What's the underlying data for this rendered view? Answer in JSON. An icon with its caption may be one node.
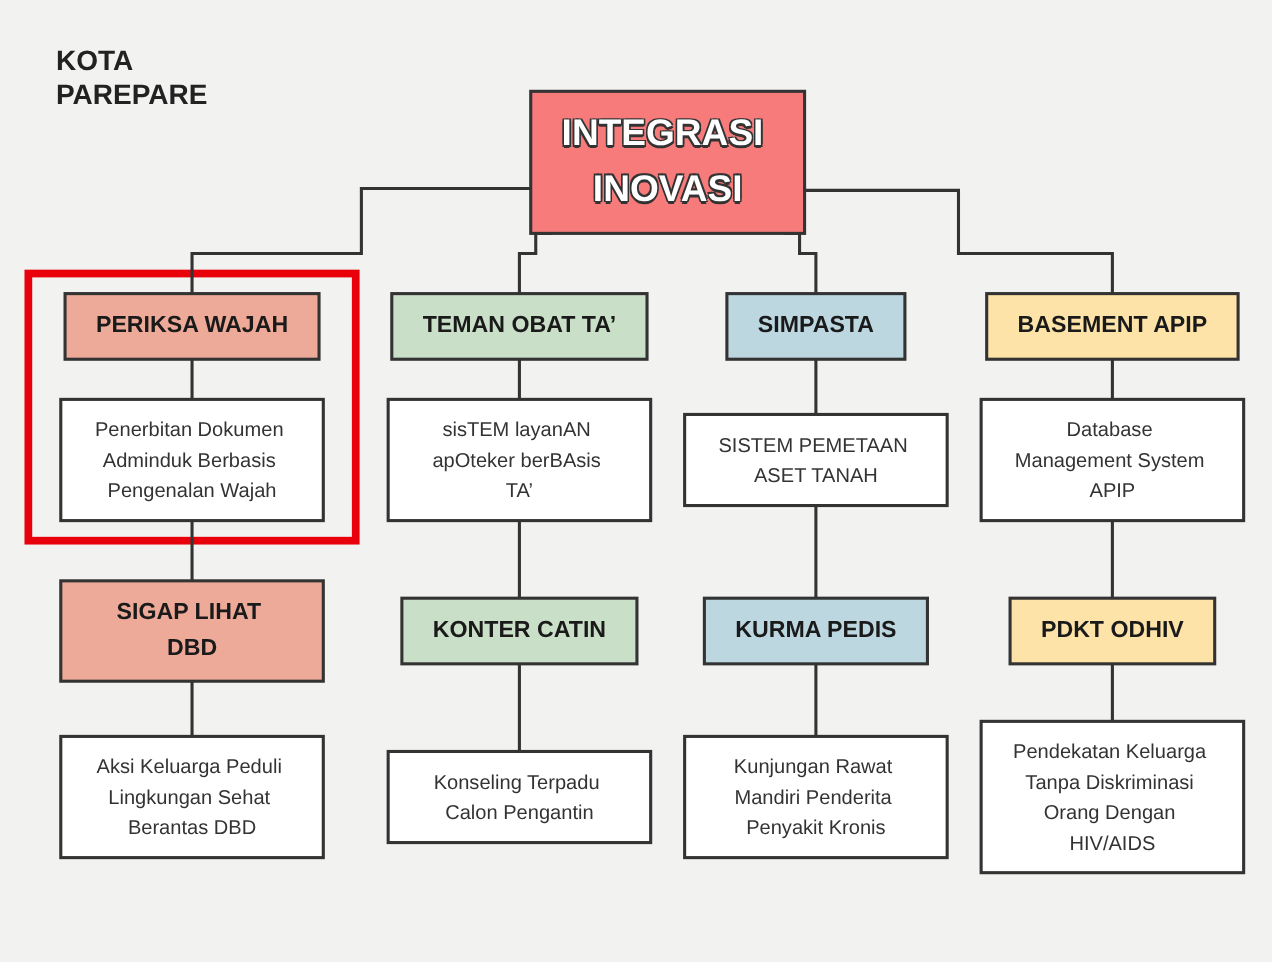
{
  "diagram": {
    "nodes": [
      {
        "text": [
          "INTEGRASI INOVASI"
        ]
      },
      {
        "text": [],
        "shape": "box"
      },
      {
        "text": [
          "PERIKSA WAJAH"
        ],
        "in": 1
      },
      {
        "text": [
          "TEMAN OBAT TA’"
        ]
      },
      {
        "text": [
          "SIMPASTA"
        ]
      },
      {
        "text": [
          "BASEMENT APIP"
        ]
      },
      {
        "text": [
          "Penerbitan Dokumen Adminduk Berbasis Pengenalan Wajah"
        ],
        "in": 1
      },
      {
        "text": [
          "sisTEM layanAN apOteker berBAsis TA’"
        ]
      },
      {
        "text": [
          "SISTEM PEMETAAN ASET TANAH"
        ]
      },
      {
        "text": [
          "Database Management System APIP"
        ]
      },
      {
        "text": [
          "SIGAP LIHAT DBD"
        ]
      },
      {
        "text": [
          "KONTER CATIN"
        ]
      },
      {
        "text": [
          "KURMA PEDIS"
        ]
      },
      {
        "text": [
          "PDKT ODHIV"
        ]
      },
      {
        "text": [
          "Aksi Keluarga Peduli Lingkungan Sehat Berantas DBD"
        ]
      },
      {
        "text": [
          "Konseling Terpadu Calon Pengantin"
        ]
      },
      {
        "text": [
          "Kunjungan Rawat Mandiri Penderita Penyakit Kronis"
        ]
      },
      {
        "text": [
          "Pendekatan Keluarga Tanpa Diskriminasi Orang Dengan HIV/AIDS"
        ]
      }
    ],
    "edges": [
      {
        "from": 0,
        "to": 2,
        "arrow": "none"
      },
      {
        "from": 0,
        "to": 3,
        "arrow": "none"
      },
      {
        "from": 0,
        "to": 4,
        "arrow": "none"
      },
      {
        "from": 0,
        "to": 5,
        "arrow": "none"
      },
      {
        "from": 2,
        "to": 6,
        "arrow": "none"
      },
      {
        "from": 3,
        "to": 7,
        "arrow": "none"
      },
      {
        "from": 4,
        "to": 8,
        "arrow": "none"
      },
      {
        "from": 5,
        "to": 9,
        "arrow": "none"
      },
      {
        "from": 6,
        "to": 10,
        "arrow": "none"
      },
      {
        "from": 7,
        "to": 11,
        "arrow": "none"
      },
      {
        "from": 8,
        "to": 12,
        "arrow": "none"
      },
      {
        "from": 9,
        "to": 13,
        "arrow": "none"
      },
      {
        "from": 10,
        "to": 14,
        "arrow": "none"
      },
      {
        "from": 11,
        "to": 15,
        "arrow": "none"
      },
      {
        "from": 12,
        "to": 16,
        "arrow": "none"
      },
      {
        "from": 13,
        "to": 17,
        "arrow": "none"
      }
    ],
    "labels": [
      "KOTA PAREPARE"
    ]
  }
}
